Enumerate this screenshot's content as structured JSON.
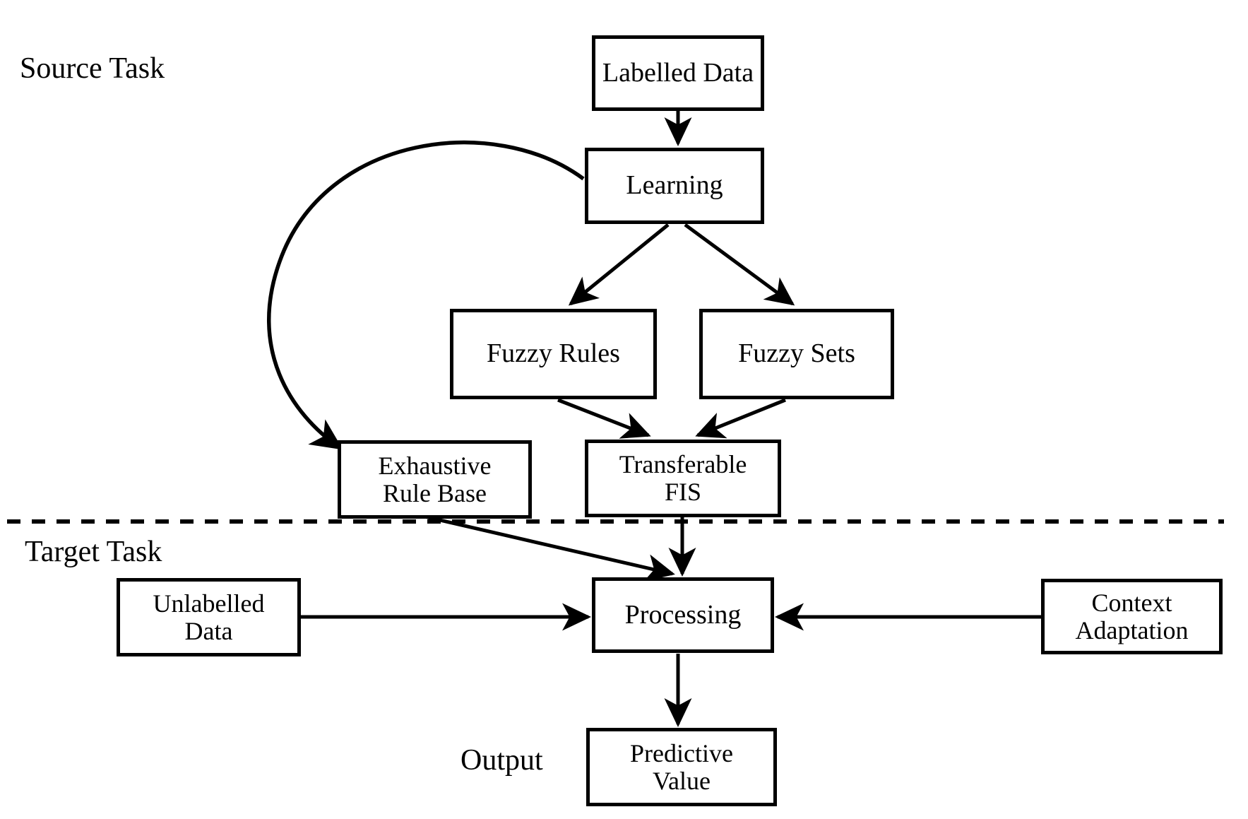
{
  "diagram": {
    "title_labels": {
      "source_task": "Source Task",
      "target_task": "Target Task",
      "output": "Output"
    },
    "nodes": {
      "labelled_data": "Labelled Data",
      "learning": "Learning",
      "fuzzy_rules": "Fuzzy Rules",
      "fuzzy_sets": "Fuzzy Sets",
      "exhaustive_rule_base": "Exhaustive\nRule Base",
      "transferable_fis": "Transferable\nFIS",
      "unlabelled_data": "Unlabelled\nData",
      "processing": "Processing",
      "context_adaptation": "Context\nAdaptation",
      "predictive_value": "Predictive\nValue"
    },
    "colors": {
      "stroke": "#000000",
      "fill": "#ffffff",
      "text": "#000000"
    },
    "edges": [
      {
        "name": "labelled-data-to-learning",
        "from": "labelled_data",
        "to": "learning",
        "style": "solid-arrow"
      },
      {
        "name": "learning-to-fuzzy-rules",
        "from": "learning",
        "to": "fuzzy_rules",
        "style": "solid-arrow"
      },
      {
        "name": "learning-to-fuzzy-sets",
        "from": "learning",
        "to": "fuzzy_sets",
        "style": "solid-arrow"
      },
      {
        "name": "fuzzy-rules-to-transferable-fis",
        "from": "fuzzy_rules",
        "to": "transferable_fis",
        "style": "solid-arrow"
      },
      {
        "name": "fuzzy-sets-to-transferable-fis",
        "from": "fuzzy_sets",
        "to": "transferable_fis",
        "style": "solid-arrow"
      },
      {
        "name": "learning-to-exhaustive-rule-base",
        "from": "learning",
        "to": "exhaustive_rule_base",
        "style": "curved-arrow"
      },
      {
        "name": "exhaustive-rule-base-to-processing",
        "from": "exhaustive_rule_base",
        "to": "processing",
        "style": "solid-arrow"
      },
      {
        "name": "transferable-fis-to-processing",
        "from": "transferable_fis",
        "to": "processing",
        "style": "solid-arrow"
      },
      {
        "name": "unlabelled-data-to-processing",
        "from": "unlabelled_data",
        "to": "processing",
        "style": "solid-arrow"
      },
      {
        "name": "context-adaptation-to-processing",
        "from": "context_adaptation",
        "to": "processing",
        "style": "solid-arrow"
      },
      {
        "name": "processing-to-predictive-value",
        "from": "processing",
        "to": "predictive_value",
        "style": "solid-arrow"
      }
    ],
    "divider": {
      "name": "source-target-divider",
      "style": "dashed"
    }
  }
}
